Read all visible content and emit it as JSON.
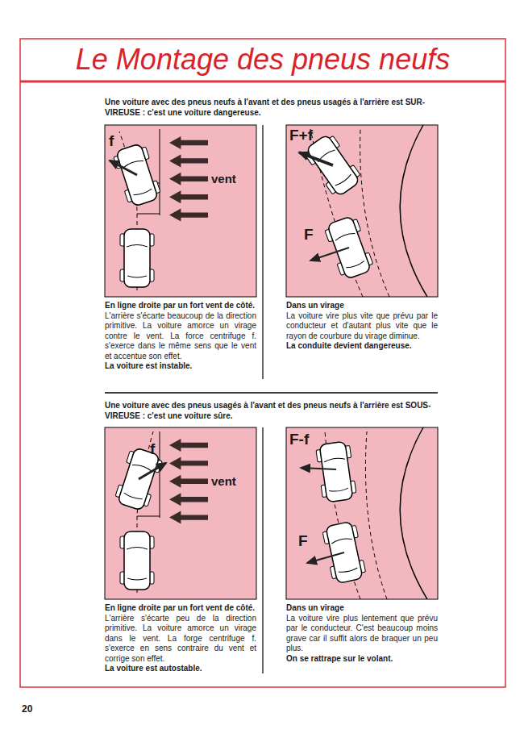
{
  "diagram": {
    "title": "Le Montage des pneus neufs",
    "nodes": [
      {
        "text": [
          "En ligne droite par un fort vent de côté.",
          "L'arrière s'écarte beaucoup de la direction primitive. La voiture amorce un virage contre le vent. La force centrifuge f. s'exerce dans le même sens que le vent et accentue son effet.",
          "La voiture est instable."
        ]
      },
      {
        "text": [
          "Dans un virage",
          "La voiture vire plus vite que prévu par le conducteur et d'autant plus vite que le rayon de courbure du virage diminue.",
          "La conduite devient dangereuse."
        ]
      },
      {
        "text": [
          "En ligne droite par un fort vent de côté.",
          "L'arrière s'écarte peu de la direction primitive. La voiture amorce un virage dans le vent. La forge centrifuge f. s'exerce en sens contraire du vent et corrige son effet.",
          "La voiture est autostable."
        ]
      },
      {
        "text": [
          "Dans un virage",
          "La voiture vire plus lentement que prévu par le conducteur. C'est beaucoup moins grave car il suffit alors de braquer un peu plus.",
          "On se rattrape sur le volant."
        ]
      }
    ],
    "labels": [
      "Une voiture avec des pneus neufs à l'avant et des pneus usagés à l'arrière est SUR-VIREUSE : c'est une voiture dangereuse.",
      "f",
      "vent",
      "F+f",
      "F",
      "Une voiture avec des pneus usagés à l'avant et des pneus neufs à l'arrière est SOUS-VIREUSE : c'est une voiture sûre.",
      "f",
      "vent",
      "F-f",
      "F",
      "20"
    ]
  }
}
